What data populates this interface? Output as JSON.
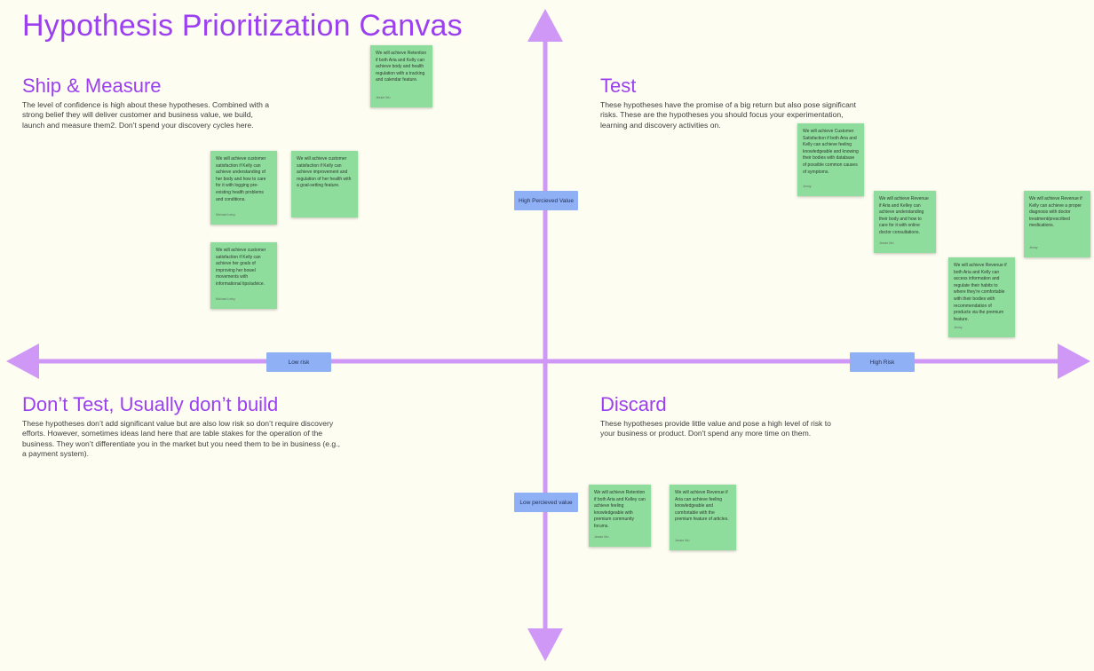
{
  "title": "Hypothesis Prioritization Canvas",
  "colors": {
    "accent": "#9b3ff0",
    "axis": "#cf98f7",
    "label_bg": "#8fb0f5",
    "sticky": "#8fdd9d",
    "background": "#fdfdf1"
  },
  "quadrants": {
    "ship": {
      "heading": "Ship & Measure",
      "description": "The level of confidence is high about these hypotheses. Combined with a strong belief they will deliver customer and business value, we build, launch and measure them2. Don't spend your discovery cycles here."
    },
    "test": {
      "heading": "Test",
      "description": "These hypotheses have the promise of a big return but also pose significant risks. These are the hypotheses you should focus your experimentation, learning and discovery activities on."
    },
    "dont": {
      "heading": "Don’t Test, Usually don’t build",
      "description": "These hypotheses don’t add significant value but are also low risk so don’t require discovery efforts. However, sometimes ideas land here that are table stakes for the operation of the business. They won’t differentiate you in the market but you need them to be in business (e.g., a payment system)."
    },
    "discard": {
      "heading": "Discard",
      "description": "These hypotheses provide little value and pose a high level of risk to your business or product. Don't spend any more time on them."
    }
  },
  "axis_labels": {
    "high_value": "High Percieved Value",
    "low_value": "Low percieved value",
    "low_risk": "Low risk",
    "high_risk": "High Risk"
  },
  "stickies": [
    {
      "text": "We will achieve Retention if both Aria and Kelly can achieve body and health regulation with a tracking and calendar feature.",
      "author": "Jessie Wu"
    },
    {
      "text": "We will achieve customer satisfaction if Kelly can achieve understanding of her body and how to care for it with logging pre-existing health problems and conditions.",
      "author": "Michael Leiny"
    },
    {
      "text": "We will achieve customer satisfaction if Kelly can achieve improvement and regulation of her health with a goal-setting feature.",
      "author": ""
    },
    {
      "text": "We will achieve customer satisfaction if Kelly can achieve her goals of improving her bowel movements with informational tips/advice.",
      "author": "Michael Leiny"
    },
    {
      "text": "We will achieve Customer Satisfaction if both Aria and Kelly can achieve feeling knowledgeable and knowing their bodies with database of possible common causes of symptoms.",
      "author": "Jenny"
    },
    {
      "text": "We will achieve Revenue if Aria and Kelley can achieve understanding their body and how to care for it with online doctor consultations.",
      "author": "Jessie Wu"
    },
    {
      "text": "We will achieve Revenue if Kelly can achieve a proper diagnosis with doctor treatment/prescribed medications.",
      "author": "Jenny"
    },
    {
      "text": "We will achieve Revenue if both Aria and Kelly can access information and regulate their habits to where they're comfortable with their bodies with recommendation of products via the premium feature.",
      "author": "Jenny"
    },
    {
      "text": "We will achieve Retention if both Aria and Kelley can achieve feeling knowledgeable with premium community forums.",
      "author": "Jessie Wu"
    },
    {
      "text": "We will achieve Revenue if Aria can achieve feeling knowledgeable and comfortable with the premium feature of articles.",
      "author": "Jessie Wu"
    }
  ]
}
